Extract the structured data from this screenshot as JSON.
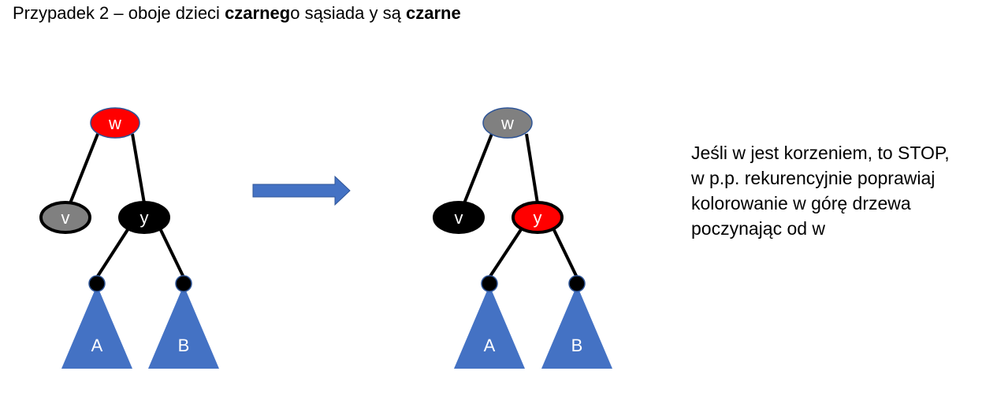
{
  "title": {
    "part1": "Przypadek 2 – oboje dzieci ",
    "bold1": "czarneg",
    "part2": "o sąsiada y są ",
    "bold2": "czarne"
  },
  "colors": {
    "red": "#ff0000",
    "black": "#000000",
    "gray": "#808080",
    "blue": "#4472c4",
    "arrow_blue": "#4472c4"
  },
  "before": {
    "w": {
      "label": "w",
      "color": "red"
    },
    "v": {
      "label": "v",
      "color": "gray"
    },
    "y": {
      "label": "y",
      "color": "black"
    },
    "A": {
      "label": "A"
    },
    "B": {
      "label": "B"
    }
  },
  "after": {
    "w": {
      "label": "w",
      "color": "gray"
    },
    "v": {
      "label": "v",
      "color": "black"
    },
    "y": {
      "label": "y",
      "color": "red"
    },
    "A": {
      "label": "A"
    },
    "B": {
      "label": "B"
    }
  },
  "note": {
    "lines": [
      "Jeśli w jest korzeniem, to STOP,",
      "w p.p. rekurencyjnie poprawiaj",
      "kolorowanie w górę drzewa",
      "poczynając od w"
    ]
  }
}
